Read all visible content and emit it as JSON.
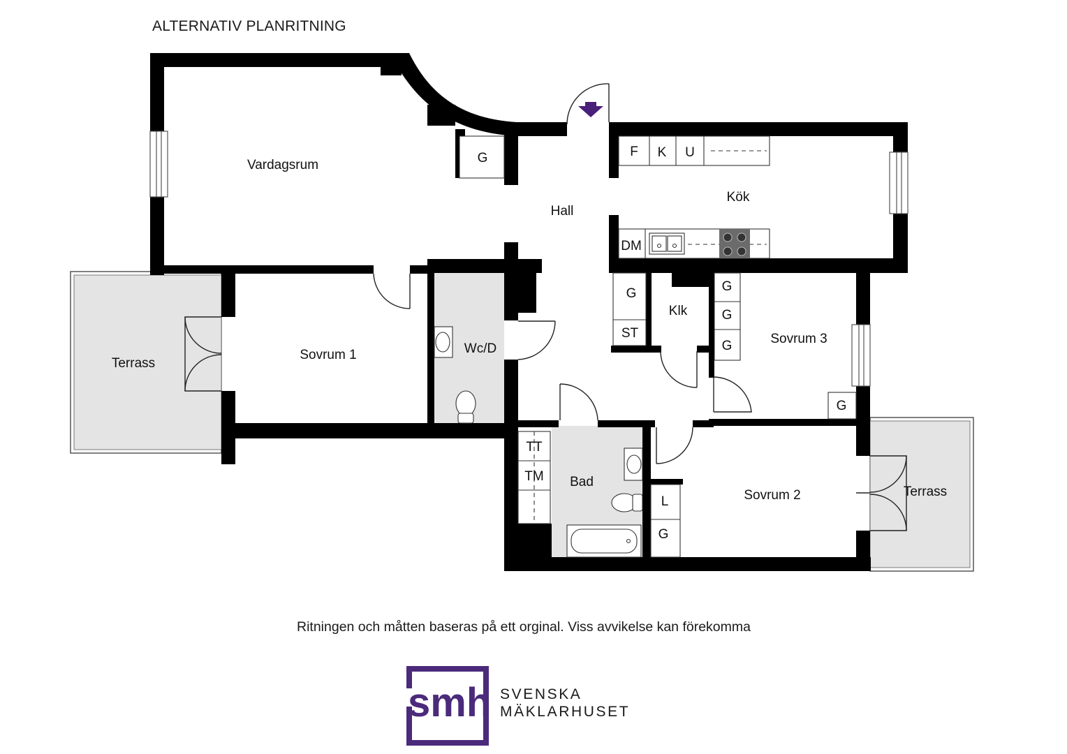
{
  "header": {
    "title": "ALTERNATIV PLANRITNING"
  },
  "rooms": {
    "vardagsrum": "Vardagsrum",
    "hall": "Hall",
    "kok": "Kök",
    "sovrum1": "Sovrum 1",
    "sovrum2": "Sovrum 2",
    "sovrum3": "Sovrum 3",
    "wcd": "Wc/D",
    "bad": "Bad",
    "klk": "Klk",
    "terrass_left": "Terrass",
    "terrass_right": "Terrass"
  },
  "fixtures": {
    "g_hall": "G",
    "f": "F",
    "k": "K",
    "u": "U",
    "dm": "DM",
    "g_klk": "G",
    "st": "ST",
    "g_s3_1": "G",
    "g_s3_2": "G",
    "g_s3_3": "G",
    "g_s3_4": "G",
    "tt": "TT",
    "tm": "TM",
    "l": "L",
    "g_s2": "G"
  },
  "footer": {
    "disclaimer": "Ritningen och måtten baseras på ett orginal. Viss avvikelse kan förekomma",
    "brand_line1": "SVENSKA",
    "brand_line2": "MÄKLARHUSET",
    "logo_text": "smh"
  },
  "colors": {
    "wall": "#000000",
    "wet_room": "#e4e4e4",
    "terrace": "#e4e4e4",
    "entrance_arrow": "#4a1f7a",
    "logo": "#4b2a7b",
    "stove": "#6b6b6b"
  },
  "icons": {
    "entrance": "entrance-arrow-icon"
  }
}
